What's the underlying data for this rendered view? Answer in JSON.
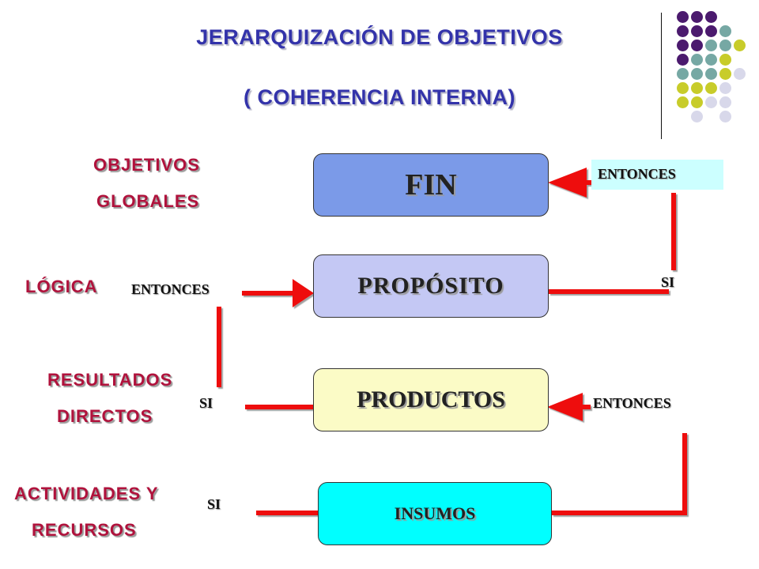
{
  "title": {
    "line1": "JERARQUIZACIÓN DE OBJETIVOS",
    "line2": "( COHERENCIA INTERNA)"
  },
  "side_labels": {
    "objetivos": "OBJETIVOS",
    "globales": "GLOBALES",
    "logica": "LÓGICA",
    "resultados": "RESULTADOS",
    "directos": "DIRECTOS",
    "actividades": "ACTIVIDADES Y",
    "recursos": "RECURSOS"
  },
  "boxes": {
    "fin": {
      "label": "FIN",
      "color": "#7b9ae8"
    },
    "proposito": {
      "label": "PROPÓSITO",
      "color": "#c4c8f4"
    },
    "productos": {
      "label": "PRODUCTOS",
      "color": "#fbfbc6"
    },
    "insumos": {
      "label": "INSUMOS",
      "color": "#00ffff"
    }
  },
  "connectors": {
    "entonces_fin": "ENTONCES",
    "si_right": "SI",
    "entonces_proposito": "ENTONCES",
    "si_left": "SI",
    "entonces_productos": "ENTONCES",
    "si_insumos": "SI"
  },
  "colors": {
    "arrow": "#ee1111",
    "title": "#3333aa",
    "side_label": "#b0123c",
    "entonces_fin_bg": "#ccffff",
    "dot_purple": "#4b1a6e",
    "dot_teal": "#76a8a4",
    "dot_olive": "#c8cc2a",
    "dot_lavender": "#d8d8ea"
  }
}
